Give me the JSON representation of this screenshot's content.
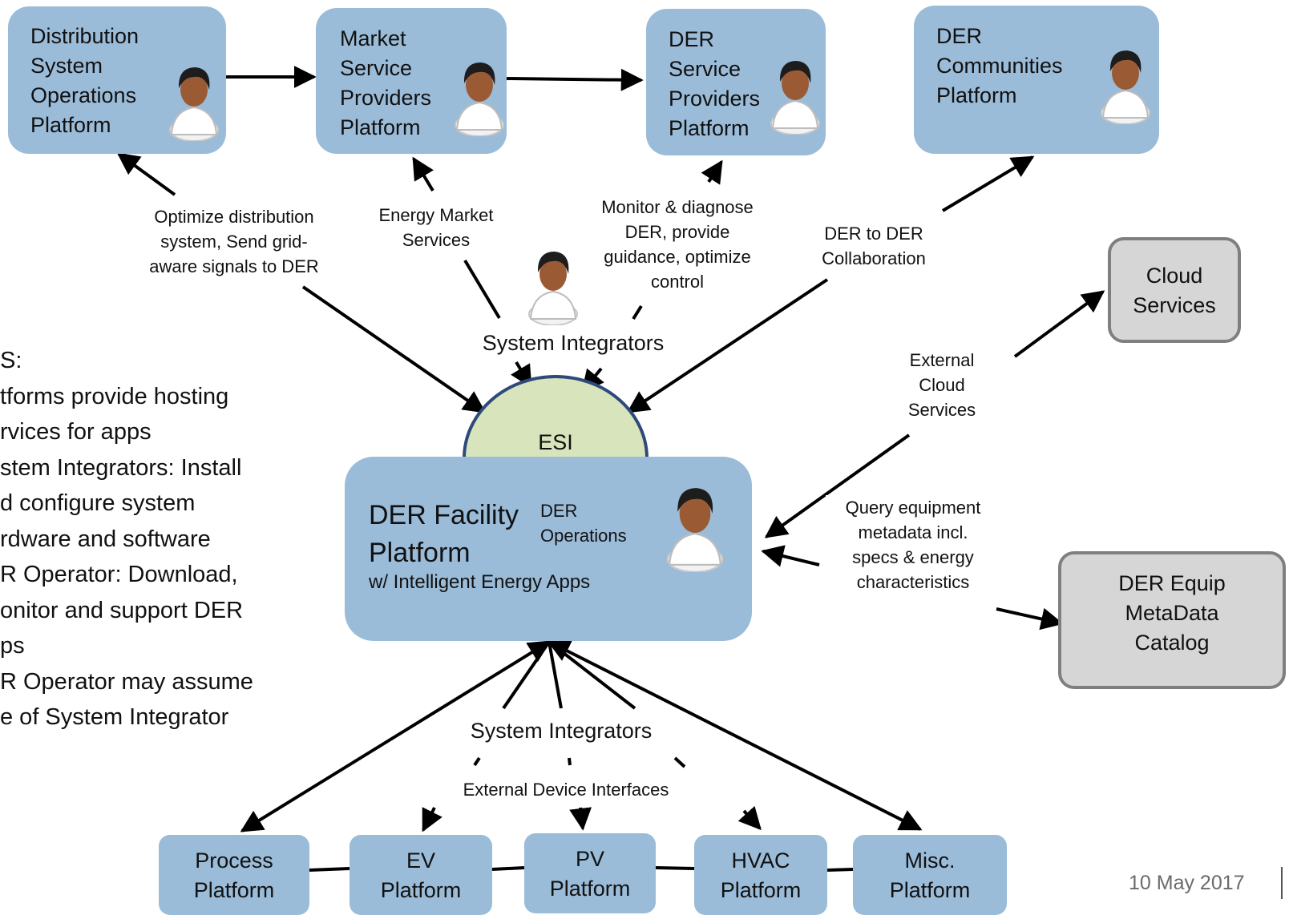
{
  "top_platforms": {
    "distribution": "Distribution\nSystem\nOperations\nPlatform",
    "market": "Market\nService\nProviders\nPlatform",
    "der_service": "DER\nService\nProviders\nPlatform",
    "communities": "DER\nCommunities\nPlatform"
  },
  "edge_labels": {
    "optimize": "Optimize distribution\nsystem, Send grid-\naware signals to DER",
    "energy_market": "Energy Market\nServices",
    "monitor": "Monitor & diagnose\nDER,  provide\nguidance, optimize\ncontrol",
    "der_to_der": "DER to DER\nCollaboration",
    "external_cloud": "External\nCloud\nServices",
    "query": "Query equipment\nmetadata incl.\nspecs & energy\ncharacteristics",
    "system_integrators_top": "System Integrators",
    "system_integrators_bottom": "System Integrators",
    "external_device": "External Device Interfaces"
  },
  "esi": "ESI",
  "facility": {
    "title": "DER Facility\nPlatform",
    "subtitle": "w/ Intelligent Energy Apps",
    "ops": "DER\nOperations"
  },
  "side_boxes": {
    "cloud": "Cloud\nServices",
    "catalog": "DER Equip\nMetaData\nCatalog"
  },
  "bottom_platforms": [
    "Process\nPlatform",
    "EV\nPlatform",
    "PV\nPlatform",
    "HVAC\nPlatform",
    "Misc.\nPlatform"
  ],
  "notes": "S:\ntforms provide hosting\nrvices for apps\nstem Integrators: Install\nd configure system\nrdware and software\nR Operator: Download,\nonitor and support DER\nps\nR Operator may assume\ne of System Integrator",
  "date": "10 May 2017",
  "colors": {
    "box": "#9bbcd8",
    "esi": "#d8e4bc",
    "gray_box": "#d6d6d6",
    "border": "#7f7f7f"
  }
}
